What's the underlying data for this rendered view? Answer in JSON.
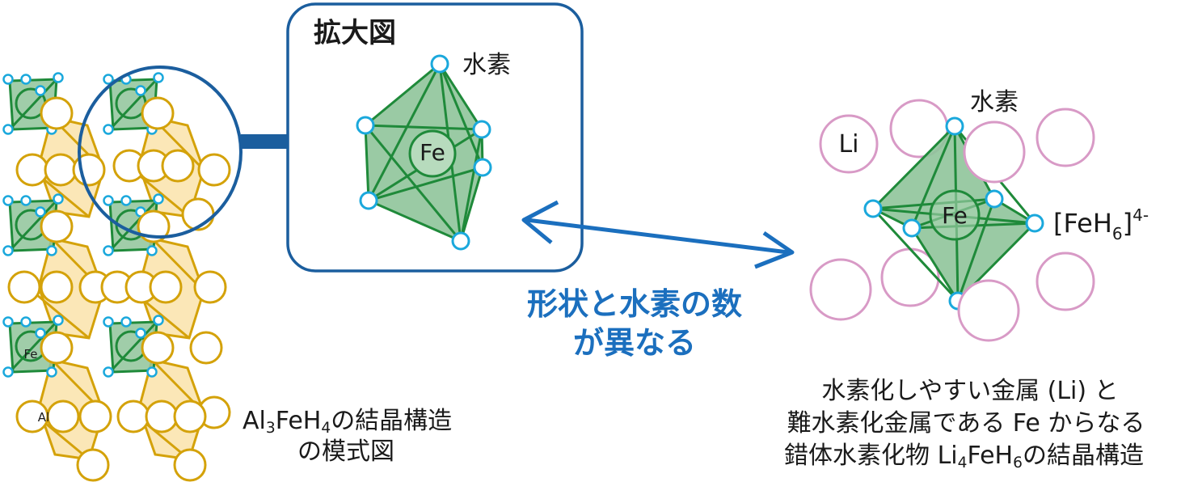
{
  "zoom": {
    "title": "拡大図",
    "hydrogen_label": "水素",
    "fe_label": "Fe"
  },
  "comparison": {
    "line1": "形状と水素の数",
    "line2": "が異なる"
  },
  "left_structure": {
    "fe_label": "Fe",
    "al_label": "Al",
    "caption_line1_parts": [
      "Al",
      "3",
      "FeH",
      "4",
      "の結晶構造"
    ],
    "caption_line2": "の模式図"
  },
  "right_structure": {
    "li_label": "Li",
    "hydrogen_label": "水素",
    "fe_label": "Fe",
    "complex_label_parts": [
      "[FeH",
      "6",
      "]",
      "4-"
    ],
    "caption_line1": "水素化しやすい金属 (Li) と",
    "caption_line2": "難水素化金属である Fe からなる",
    "caption_line3_parts": [
      "錯体水素化物 Li",
      "4",
      "FeH",
      "6",
      "の結晶構造"
    ]
  },
  "colors": {
    "gold": "#d4a20a",
    "gold_fill": "#f9dd98",
    "green": "#1f8a3a",
    "green_fill": "#8fc49a",
    "cyan": "#1aa8dc",
    "pink": "#d89ac6",
    "blue": "#1b6fbe",
    "box_border": "#1b5e9e"
  }
}
